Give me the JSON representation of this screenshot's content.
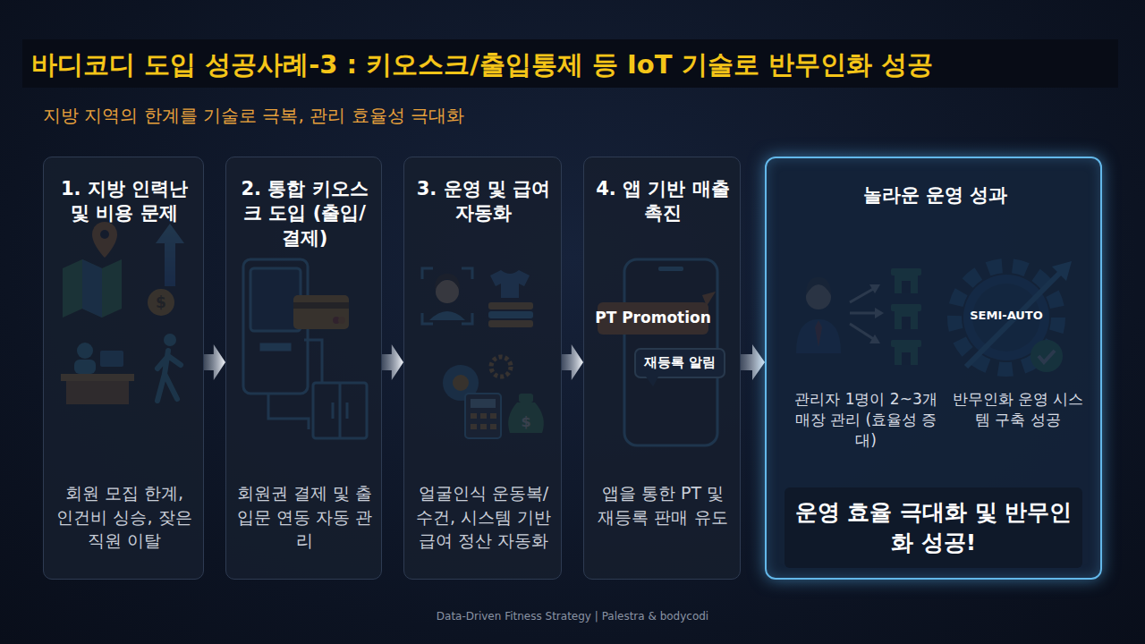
{
  "diagram": {
    "title": "바디코디 도입 성공사례-3 : 키오스크/출입통제 등 IoT 기술로 반무인화 성공",
    "nodes": [
      {
        "text": [
          "1. 지방 인력난 및 비용 문제",
          "회원 모집 한계, 인건비 싱승, 잦은 직원 이탈"
        ]
      },
      {
        "text": [
          "2. 통합 키오스크 도입 (출입/결제)",
          "회원권 결제 및 출입문 연동 자동 관리"
        ]
      },
      {
        "text": [
          "3. 운영 및 급여 자동화",
          "얼굴인식 운동복/수건, 시스템 기반 급여 정산 자동화"
        ]
      },
      {
        "text": [
          "4. 앱 기반 매출 촉진",
          "앱을 통한 PT 및 재등록 판매 유도"
        ]
      },
      {
        "text": [
          "놀라운 운영 성과",
          "관리자 1명이 2~3개 매장 관리 (효율성 증대)",
          "반무인화 운영 시스템 구축 성공"
        ]
      },
      {
        "text": [
          "운영 효율 극대화 및 반무인화 성공!"
        ],
        "in": 4
      }
    ],
    "edges": [
      {
        "from": 0,
        "to": 1,
        "arrow": "to"
      },
      {
        "from": 1,
        "to": 2,
        "arrow": "to"
      },
      {
        "from": 2,
        "to": 3,
        "arrow": "to"
      },
      {
        "from": 3,
        "to": 4,
        "arrow": "to"
      }
    ],
    "labels": [
      "지방 지역의 한계를 기술로 극복, 관리 효율성 극대화",
      "PT Promotion",
      "재등록 알림",
      "SEMI-AUTO",
      "Data-Driven Fitness Strategy | Palestra & bodycodi"
    ]
  }
}
